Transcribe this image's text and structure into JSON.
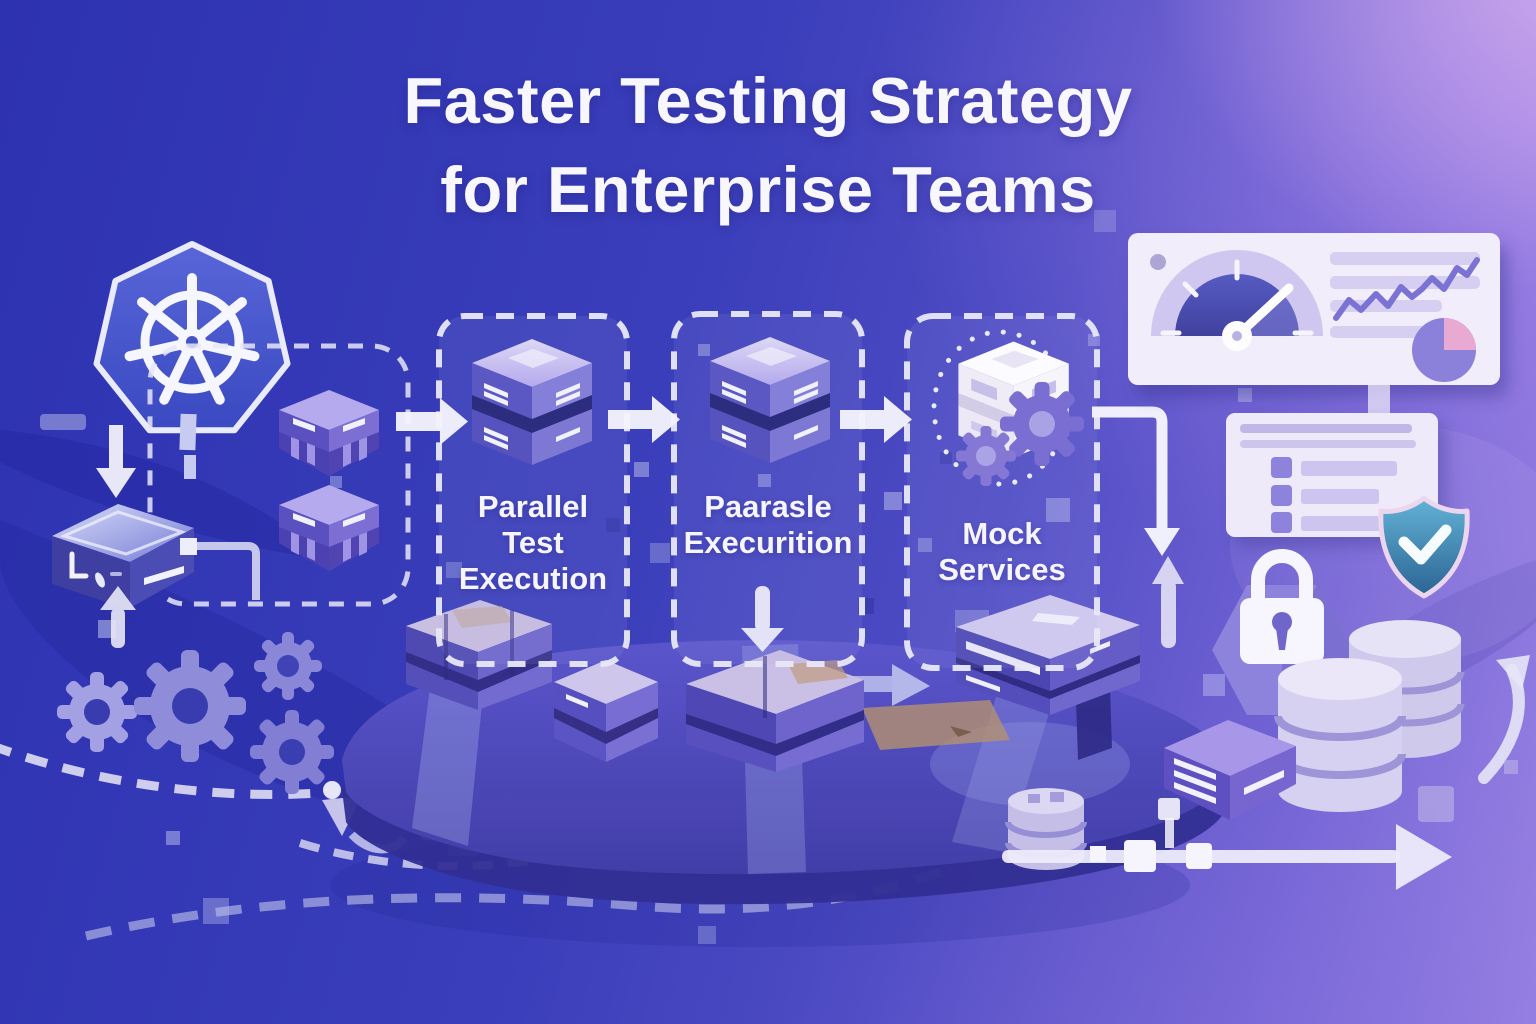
{
  "title": {
    "line1": "Faster Testing Strategy",
    "line2": "for Enterprise Teams"
  },
  "stages": [
    {
      "lines": [
        "Parallel",
        "Test",
        "Execution"
      ]
    },
    {
      "lines": [
        "Paarasle",
        "Execurition"
      ]
    },
    {
      "lines": [
        "Mock",
        "Services"
      ]
    }
  ],
  "icons": {
    "kubernetes-icon": "heptagon with ship helm wheel",
    "container-box-icon": "isometric purple cube",
    "server-stack-icon": "two stacked isometric server boxes",
    "mock-box-icon": "white stacked box with gears",
    "gear-icon": "cog wheel",
    "gauge-icon": "semicircle speedometer with needle",
    "line-chart-icon": "zigzag trend line",
    "pie-chart-icon": "pie with pink slice",
    "checklist-card-icon": "card with checkbox rows",
    "shield-check-icon": "shield with checkmark",
    "lock-icon": "padlock on hexagon badge",
    "database-icon": "stacked cylinder discs",
    "note-box-icon": "isometric box with text lines",
    "arrow-right-icon": "→",
    "arrow-down-icon": "↓",
    "arrow-up-icon": "↑",
    "curved-growth-arrow-icon": "curved upward arrow"
  },
  "colors": {
    "bg_left": "#2d32b1",
    "bg_mid": "#4f4cc4",
    "bg_top_right": "#bfa2ec",
    "panel_dash": "#e9e9f9",
    "box_indigo": "#5b58c4",
    "box_lavender_top": "#cdc6ef",
    "kubernetes_badge": "#4a57ce",
    "dashboard_card": "#f1edfa",
    "gauge_dark": "#4b4fb2",
    "shield_teal": "#3e85b4",
    "pie_pink": "#e8a9d2",
    "platform_indigo": "#443fae",
    "text_white": "#f7f6fe"
  }
}
